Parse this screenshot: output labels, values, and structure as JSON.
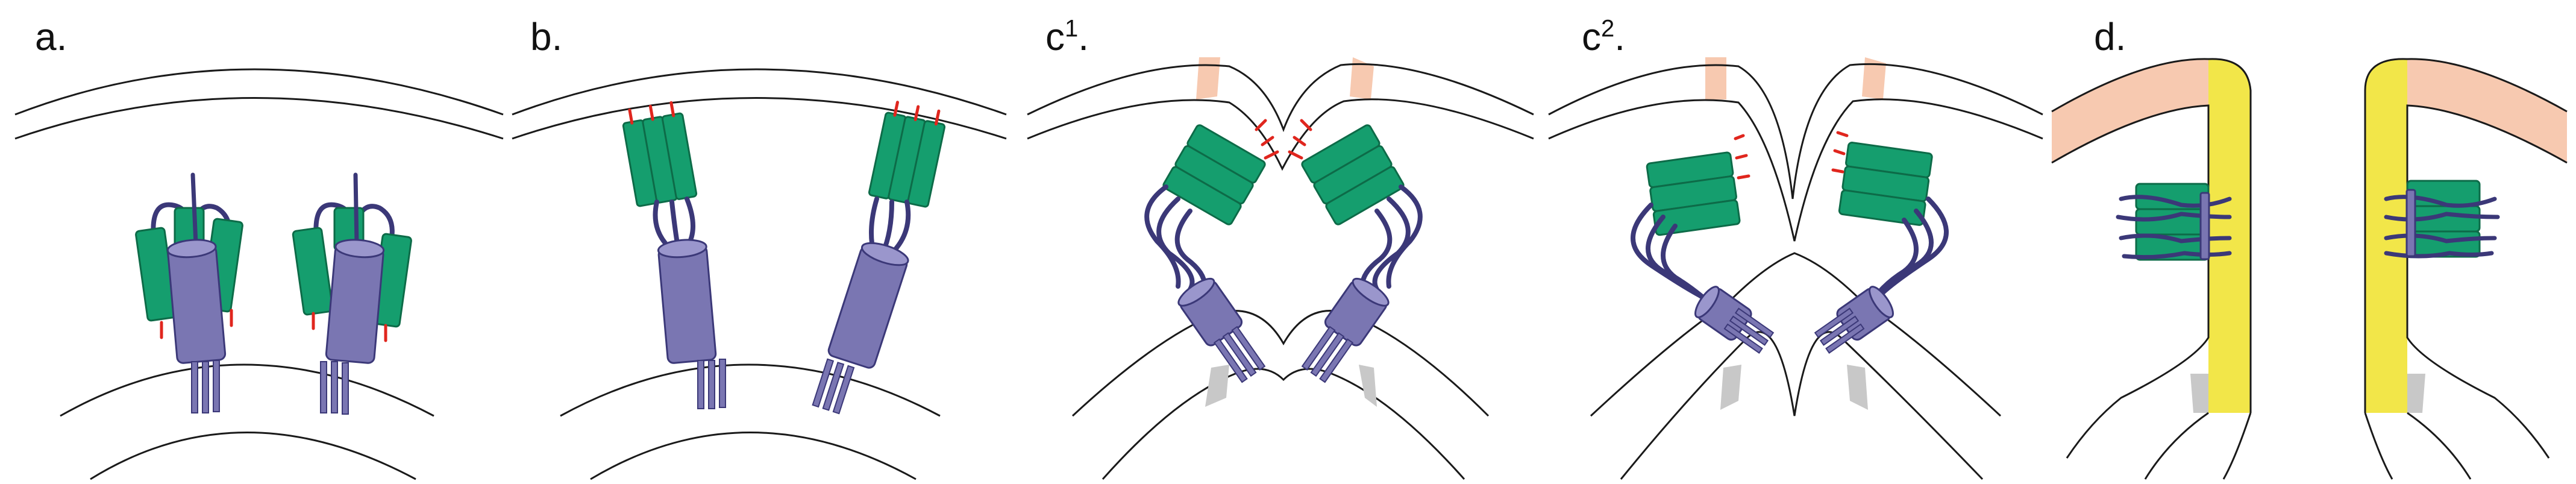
{
  "panels": [
    {
      "id": "a",
      "label": "a."
    },
    {
      "id": "b",
      "label": "b."
    },
    {
      "id": "c1",
      "label": "c",
      "sup": "1",
      "suffix": "."
    },
    {
      "id": "c2",
      "label": "c",
      "sup": "2",
      "suffix": "."
    },
    {
      "id": "d",
      "label": "d."
    }
  ],
  "colors": {
    "membrane_line": "#1a1a1a",
    "helix_green": "#159e6e",
    "helix_green_dark": "#0d7a53",
    "purple_body": "#7a76b2",
    "purple_dark": "#3b3878",
    "red_tick": "#e0261e",
    "peach": "#f7c9b0",
    "yellow": "#f2e649",
    "gray": "#c8c8c8"
  }
}
